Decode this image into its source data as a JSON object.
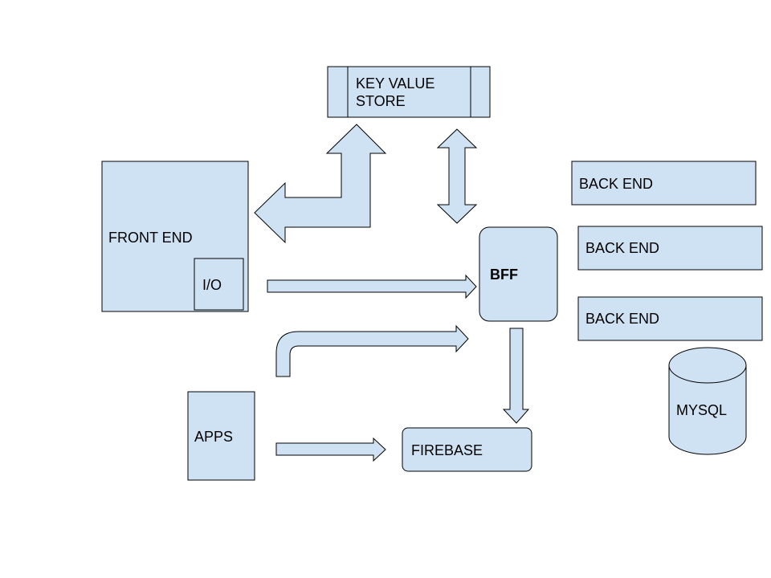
{
  "colors": {
    "fill": "#cfe2f3",
    "stroke": "#000000",
    "background": "#ffffff"
  },
  "nodes": {
    "kv_store": {
      "line1": "KEY VALUE",
      "line2": "STORE"
    },
    "front_end": {
      "label": "FRONT END"
    },
    "io": {
      "label": "I/O"
    },
    "bff": {
      "label": "BFF"
    },
    "back_end_1": {
      "label": "BACK END"
    },
    "back_end_2": {
      "label": "BACK END"
    },
    "back_end_3": {
      "label": "BACK END"
    },
    "mysql": {
      "label": "MYSQL"
    },
    "apps": {
      "label": "APPS"
    },
    "firebase": {
      "label": "FIREBASE"
    }
  }
}
